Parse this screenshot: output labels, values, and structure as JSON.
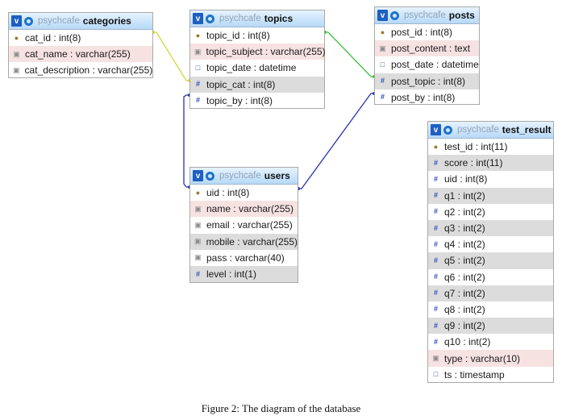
{
  "colors": {
    "header_gradient_top": "#e6f3ff",
    "header_gradient_bottom": "#b6d9f7",
    "link_yellow": "#d4d63a",
    "link_green": "#3cbf3c",
    "link_blue": "#2a32b0",
    "row_pink": "#f7e2e2",
    "row_gray": "#dcdcdc"
  },
  "tables": {
    "categories": {
      "db": "psychcafe",
      "name": "categories",
      "fields": [
        {
          "text": "cat_id : int(8)",
          "icon": "key-icon"
        },
        {
          "text": "cat_name : varchar(255)",
          "icon": "string-icon"
        },
        {
          "text": "cat_description : varchar(255)",
          "icon": "string-icon"
        }
      ]
    },
    "topics": {
      "db": "psychcafe",
      "name": "topics",
      "fields": [
        {
          "text": "topic_id : int(8)",
          "icon": "key-icon"
        },
        {
          "text": "topic_subject : varchar(255)",
          "icon": "string-icon"
        },
        {
          "text": "topic_date : datetime",
          "icon": "date-icon"
        },
        {
          "text": "topic_cat : int(8)",
          "icon": "number-icon"
        },
        {
          "text": "topic_by : int(8)",
          "icon": "number-icon"
        }
      ]
    },
    "posts": {
      "db": "psychcafe",
      "name": "posts",
      "fields": [
        {
          "text": "post_id : int(8)",
          "icon": "key-icon"
        },
        {
          "text": "post_content : text",
          "icon": "string-icon"
        },
        {
          "text": "post_date : datetime",
          "icon": "date-icon"
        },
        {
          "text": "post_topic : int(8)",
          "icon": "number-icon"
        },
        {
          "text": "post_by : int(8)",
          "icon": "number-icon"
        }
      ]
    },
    "users": {
      "db": "psychcafe",
      "name": "users",
      "fields": [
        {
          "text": "uid : int(8)",
          "icon": "key-icon"
        },
        {
          "text": "name : varchar(255)",
          "icon": "string-icon"
        },
        {
          "text": "email : varchar(255)",
          "icon": "string-icon"
        },
        {
          "text": "mobile : varchar(255)",
          "icon": "string-icon"
        },
        {
          "text": "pass : varchar(40)",
          "icon": "string-icon"
        },
        {
          "text": "level : int(1)",
          "icon": "number-icon"
        }
      ]
    },
    "test_result": {
      "db": "psychcafe",
      "name": "test_result",
      "fields": [
        {
          "text": "test_id : int(11)",
          "icon": "key-icon"
        },
        {
          "text": "score : int(11)",
          "icon": "number-icon"
        },
        {
          "text": "uid : int(8)",
          "icon": "number-icon"
        },
        {
          "text": "q1 : int(2)",
          "icon": "number-icon"
        },
        {
          "text": "q2 : int(2)",
          "icon": "number-icon"
        },
        {
          "text": "q3 : int(2)",
          "icon": "number-icon"
        },
        {
          "text": "q4 : int(2)",
          "icon": "number-icon"
        },
        {
          "text": "q5 : int(2)",
          "icon": "number-icon"
        },
        {
          "text": "q6 : int(2)",
          "icon": "number-icon"
        },
        {
          "text": "q7 : int(2)",
          "icon": "number-icon"
        },
        {
          "text": "q8 : int(2)",
          "icon": "number-icon"
        },
        {
          "text": "q9 : int(2)",
          "icon": "number-icon"
        },
        {
          "text": "q10 : int(2)",
          "icon": "number-icon"
        },
        {
          "text": "type : varchar(10)",
          "icon": "string-icon"
        },
        {
          "text": "ts : timestamp",
          "icon": "date-icon"
        }
      ]
    }
  },
  "relations": [
    {
      "from": "categories.cat_id",
      "to": "topics.topic_cat",
      "color": "#d4d63a"
    },
    {
      "from": "topics.topic_id",
      "to": "posts.post_topic",
      "color": "#3cbf3c"
    },
    {
      "from": "users.uid",
      "to": "topics.topic_by",
      "color": "#2a32b0"
    },
    {
      "from": "users.uid",
      "to": "posts.post_by",
      "color": "#2a32b0"
    }
  ],
  "caption": "Figure 2: The diagram of the database"
}
